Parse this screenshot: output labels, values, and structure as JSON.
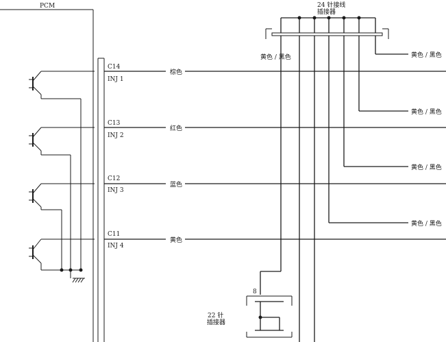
{
  "pcm": {
    "label": "PCM"
  },
  "connector_top": {
    "title_line1": "24 针接线",
    "title_line2": "插接器"
  },
  "connector_bottom": {
    "pin": "8",
    "title_line1": "22 针",
    "title_line2": "插接器"
  },
  "yellow_black": "黄色 / 黑色",
  "circuits": [
    {
      "pin": "C14",
      "name": "INJ 1",
      "wire_color": "棕色"
    },
    {
      "pin": "C13",
      "name": "INJ 2",
      "wire_color": "红色"
    },
    {
      "pin": "C12",
      "name": "INJ 3",
      "wire_color": "蓝色"
    },
    {
      "pin": "C11",
      "name": "INJ 4",
      "wire_color": "黄色"
    }
  ],
  "colors": {
    "line": "#1a1a1a",
    "background": "#ffffff"
  }
}
